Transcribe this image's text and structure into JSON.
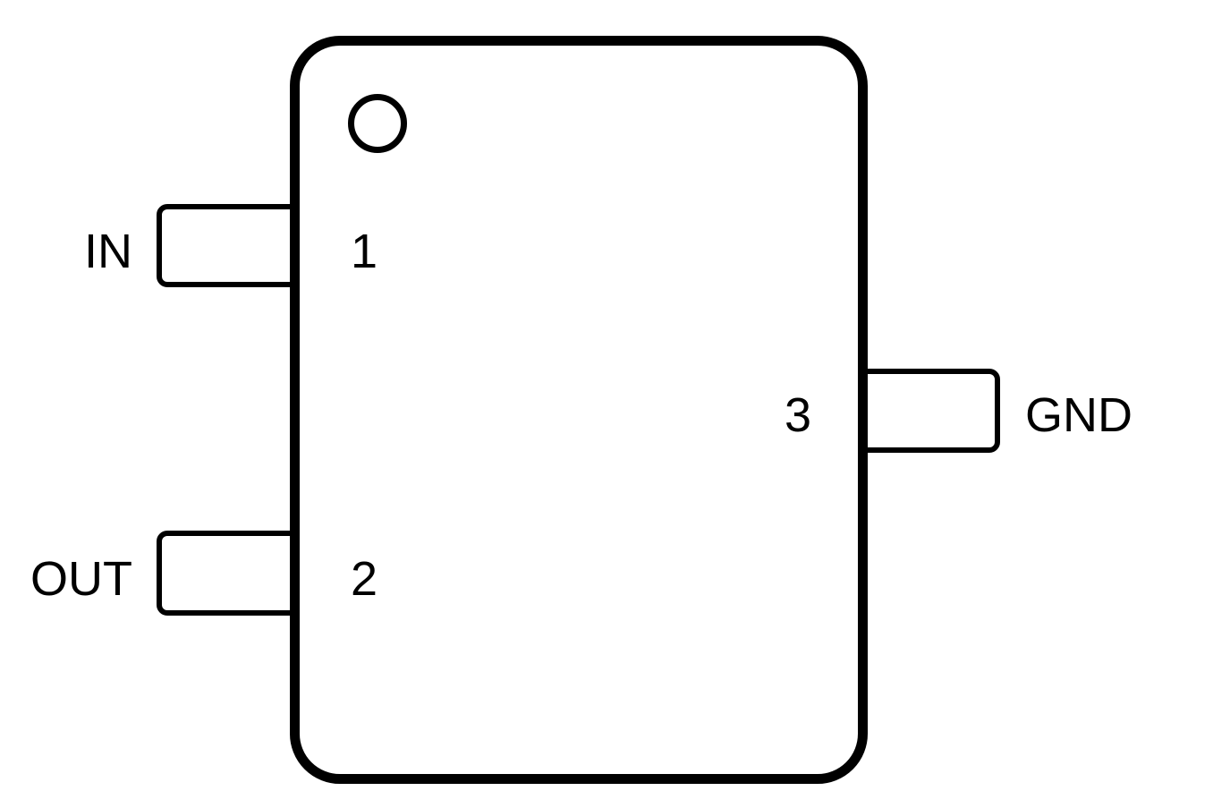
{
  "diagram": {
    "type": "ic-package-pinout",
    "pin_count": 3,
    "colors": {
      "line": "#000000",
      "background": "#ffffff"
    },
    "pins": [
      {
        "number": "1",
        "name": "IN",
        "side": "left"
      },
      {
        "number": "2",
        "name": "OUT",
        "side": "left"
      },
      {
        "number": "3",
        "name": "GND",
        "side": "right"
      }
    ],
    "features": {
      "pin1_indicator": "circle"
    }
  }
}
